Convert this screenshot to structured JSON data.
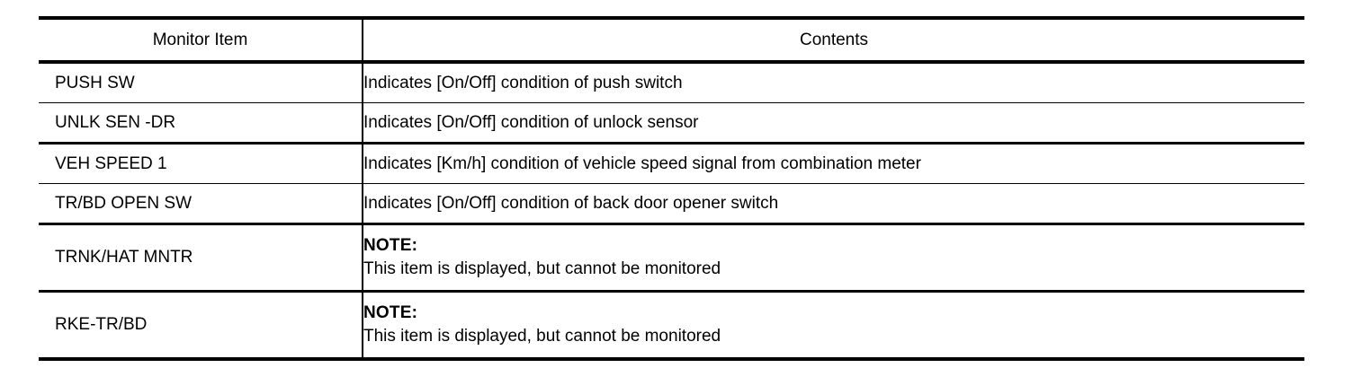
{
  "table": {
    "columns": [
      {
        "key": "monitor_item",
        "label": "Monitor Item"
      },
      {
        "key": "contents",
        "label": "Contents"
      }
    ],
    "rows": [
      {
        "monitor_item": "PUSH SW",
        "contents": "Indicates [On/Off] condition of push switch",
        "type": "plain"
      },
      {
        "monitor_item": "UNLK SEN -DR",
        "contents": "Indicates [On/Off] condition of unlock sensor",
        "type": "plain"
      },
      {
        "monitor_item": "VEH SPEED 1",
        "contents": "Indicates [Km/h] condition of vehicle speed signal from combination meter",
        "type": "plain"
      },
      {
        "monitor_item": "TR/BD OPEN SW",
        "contents": "Indicates [On/Off] condition of back door opener switch",
        "type": "plain"
      },
      {
        "monitor_item": "TRNK/HAT MNTR",
        "note_label": "NOTE:",
        "note_body": "This item is displayed, but cannot be monitored",
        "type": "note"
      },
      {
        "monitor_item": "RKE-TR/BD",
        "note_label": "NOTE:",
        "note_body": "This item is displayed, but cannot be monitored",
        "type": "note"
      }
    ]
  }
}
